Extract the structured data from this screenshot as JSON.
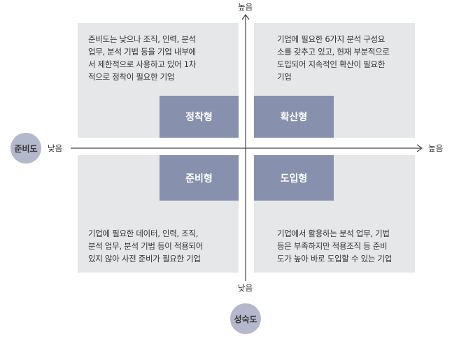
{
  "axes": {
    "y_high": "높음",
    "y_low": "낮음",
    "x_low": "낮음",
    "x_high": "높음",
    "x_name": "준비도",
    "y_name": "성숙도"
  },
  "quadrants": {
    "top_left": {
      "type": "정착형",
      "desc": [
        "준비도는 낮으나 조직, 인력, 분석",
        "업무, 분석 기법 등을 기업 내부에",
        "서 제한적으로 사용하고 있어 1차",
        "적으로 정착이 필요한 기업"
      ]
    },
    "top_right": {
      "type": "확산형",
      "desc": [
        "기업에 필요한 6가지 분석 구성요",
        "소를 갖추고 있고, 현재 부분적으로",
        "도입되어 지속적인 확산이 필요한",
        "기업"
      ]
    },
    "bottom_left": {
      "type": "준비형",
      "desc": [
        "기업에 필요한 데이터, 인력, 조직,",
        "분석 업무, 분석 기법 등이 적용되어",
        "있지 않아 사전 준비가 필요한 기업"
      ]
    },
    "bottom_right": {
      "type": "도입형",
      "desc": [
        "기업에서 활용하는 분석 업무, 기법",
        "등은 부족하지만 적용조직 등 준비",
        "도가 높아 바로 도입할 수 있는 기업"
      ]
    }
  },
  "colors": {
    "panel": "#e6e7e9",
    "box": "#8790ad",
    "circle": "#b4b8cc"
  }
}
